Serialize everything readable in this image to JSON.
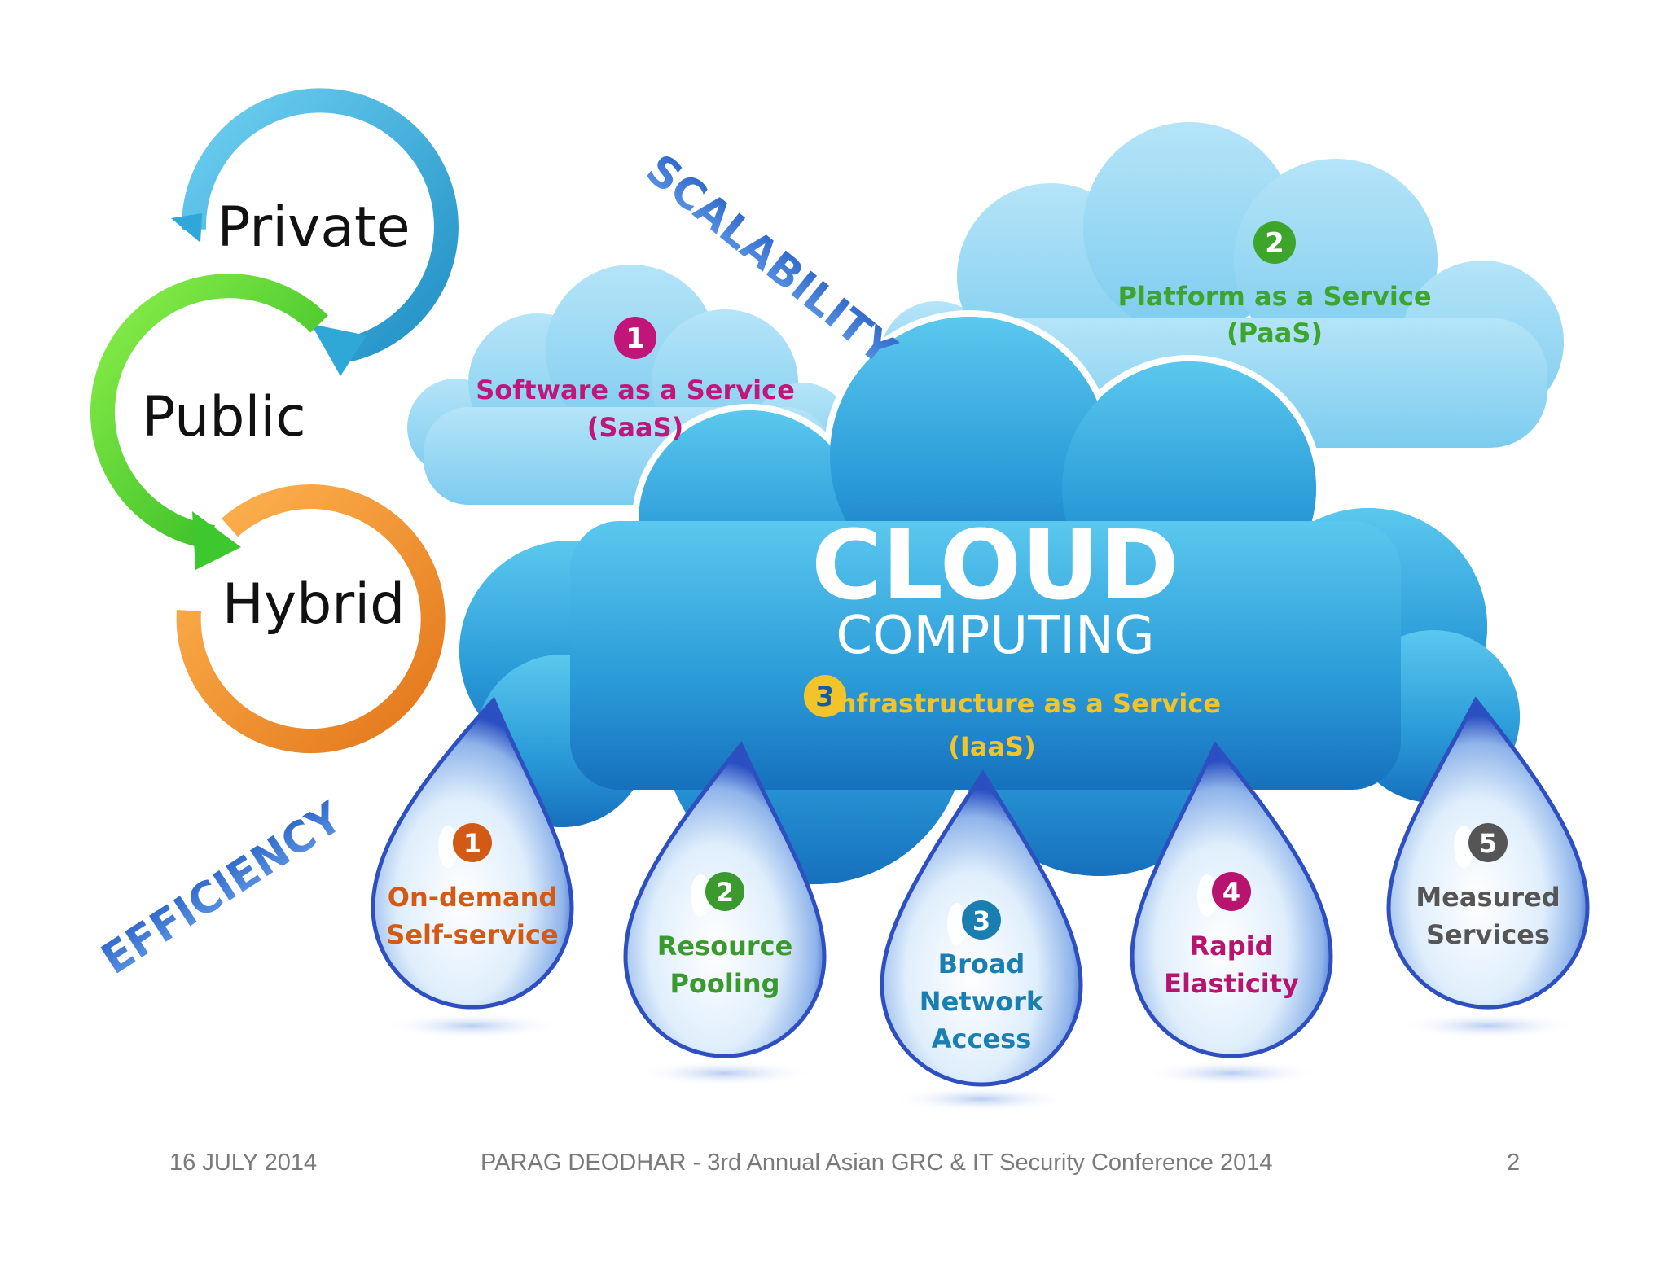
{
  "deployment": {
    "private": "Private",
    "public": "Public",
    "hybrid": "Hybrid",
    "colors": {
      "private": "#2fa8d8",
      "public": "#3cc82e",
      "hybrid": "#f08a1e"
    }
  },
  "tags": {
    "scalability": "SCALABILITY",
    "efficiency": "EFFICIENCY"
  },
  "services": {
    "saas": {
      "num": "1",
      "line1": "Software as a Service",
      "line2": "(SaaS)",
      "color": "#c2157a"
    },
    "paas": {
      "num": "2",
      "line1": "Platform as a Service",
      "line2": "(PaaS)",
      "color": "#3da52b"
    },
    "iaas": {
      "num": "3",
      "line1": "Infrastructure as a Service",
      "line2": "(IaaS)",
      "color": "#f2c42a"
    }
  },
  "cloud": {
    "title": "CLOUD",
    "subtitle": "COMPUTING"
  },
  "drops": [
    {
      "num": "1",
      "line1": "On-demand",
      "line2": "Self-service",
      "line3": "",
      "color": "#d35a14"
    },
    {
      "num": "2",
      "line1": "Resource",
      "line2": "Pooling",
      "line3": "",
      "color": "#3a9a2e"
    },
    {
      "num": "3",
      "line1": "Broad",
      "line2": "Network",
      "line3": "Access",
      "color": "#1a7fb0"
    },
    {
      "num": "4",
      "line1": "Rapid",
      "line2": "Elasticity",
      "line3": "",
      "color": "#b8146f"
    },
    {
      "num": "5",
      "line1": "Measured",
      "line2": "Services",
      "line3": "",
      "color": "#555555"
    }
  ],
  "footer": {
    "date": "16 JULY 2014",
    "title": "PARAG DEODHAR - 3rd Annual Asian GRC & IT Security Conference 2014",
    "page": "2"
  }
}
